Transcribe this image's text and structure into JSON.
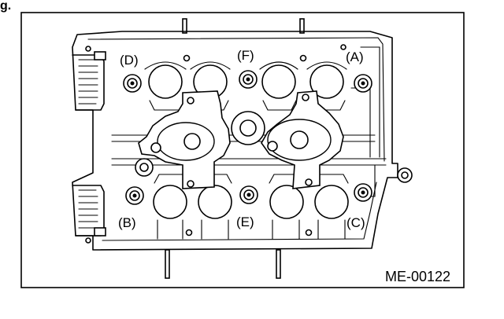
{
  "corner_fragment": "g.",
  "figure_code": "ME-00122",
  "labels": {
    "A": "(A)",
    "B": "(B)",
    "C": "(C)",
    "D": "(D)",
    "E": "(E)",
    "F": "(F)"
  }
}
